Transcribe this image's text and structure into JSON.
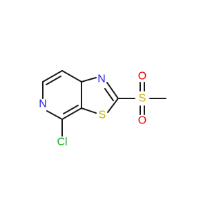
{
  "molecule": {
    "atoms": {
      "n_thiazole": {
        "label": "N",
        "color": "#2222ee"
      },
      "n_pyridine": {
        "label": "N",
        "color": "#2222ee"
      },
      "s_ring": {
        "label": "S",
        "color": "#c9b000"
      },
      "s_sulfonyl": {
        "label": "S",
        "color": "#c9b000"
      },
      "o_top": {
        "label": "O",
        "color": "#ee0000"
      },
      "o_bottom": {
        "label": "O",
        "color": "#ee0000"
      },
      "cl": {
        "label": "Cl",
        "color": "#1faa1f"
      }
    },
    "bond_color": "#1a1a1a"
  }
}
